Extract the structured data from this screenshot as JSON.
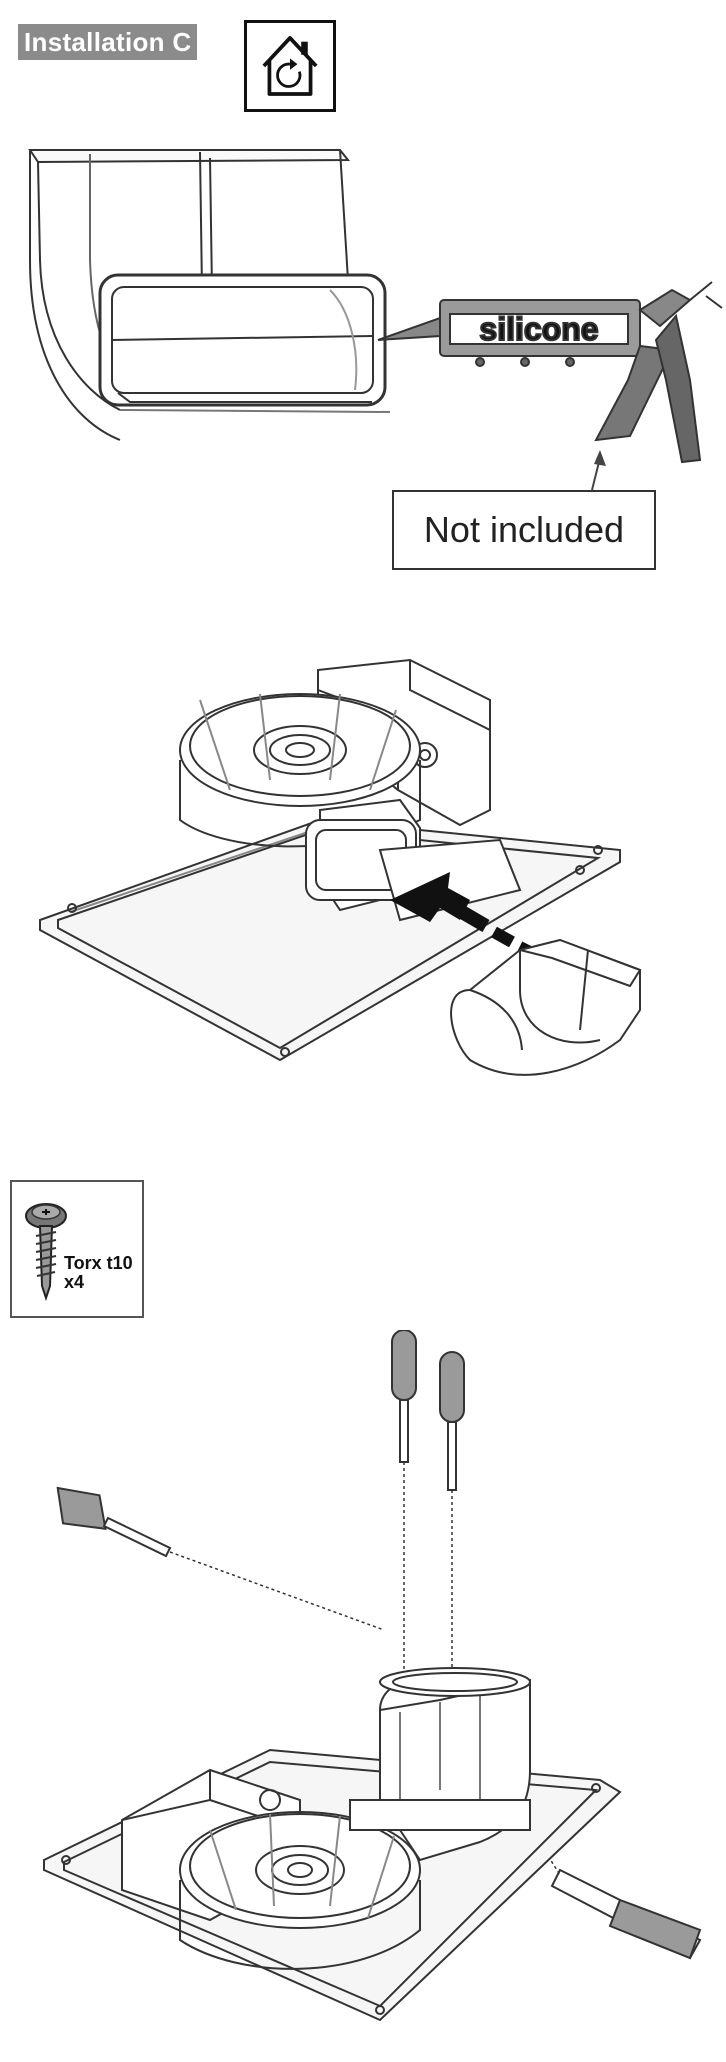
{
  "header": {
    "title": "Installation C",
    "mode_icon": "house-rotate-icon"
  },
  "step1": {
    "tool_label": "silicone",
    "note": "Not included"
  },
  "step3": {
    "screw_type": "Torx t10",
    "screw_count": "x4"
  }
}
